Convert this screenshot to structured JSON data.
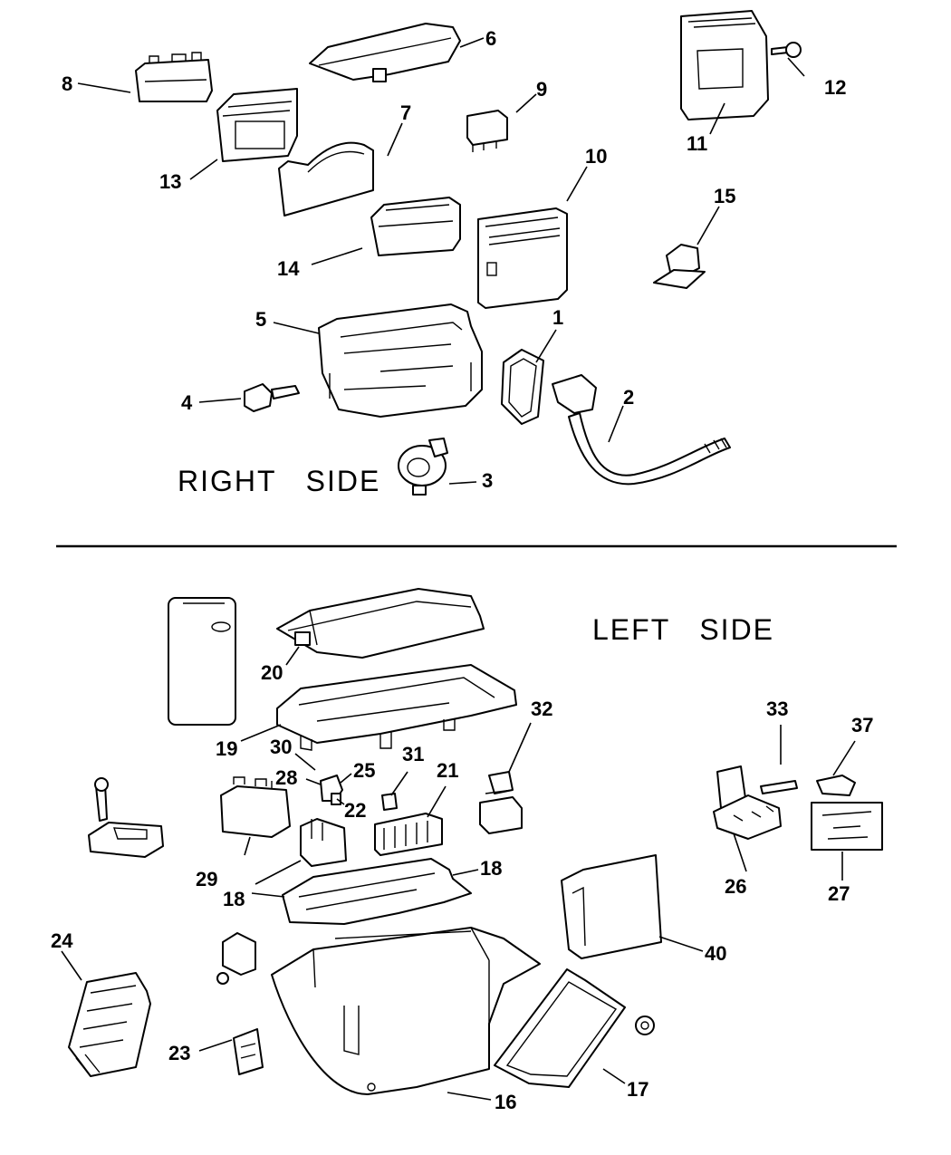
{
  "diagram": {
    "sections": {
      "right": "RIGHT   SIDE",
      "left": "LEFT   SIDE"
    },
    "callouts": {
      "c1": "1",
      "c2": "2",
      "c3": "3",
      "c4": "4",
      "c5": "5",
      "c6": "6",
      "c7": "7",
      "c8": "8",
      "c9": "9",
      "c10": "10",
      "c11": "11",
      "c12": "12",
      "c13": "13",
      "c14": "14",
      "c15": "15",
      "c16": "16",
      "c17": "17",
      "c18a": "18",
      "c18b": "18",
      "c19": "19",
      "c20": "20",
      "c21": "21",
      "c22": "22",
      "c23": "23",
      "c24": "24",
      "c25": "25",
      "c26": "26",
      "c27": "27",
      "c28": "28",
      "c29": "29",
      "c30": "30",
      "c31": "31",
      "c32": "32",
      "c33": "33",
      "c37": "37",
      "c40": "40"
    }
  }
}
